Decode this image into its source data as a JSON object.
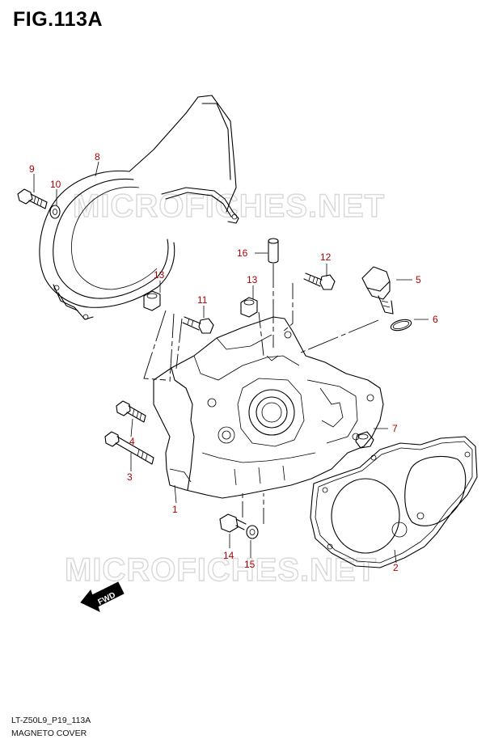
{
  "figure": {
    "title": "FIG.113A",
    "model_code": "LT-Z50L9_P19_113A",
    "section_name": "MAGNETO COVER"
  },
  "watermark": {
    "text": "MICROFICHES.NET"
  },
  "direction_marker": {
    "label": "FWD"
  },
  "callouts": [
    {
      "label": "1"
    },
    {
      "label": "2"
    },
    {
      "label": "3"
    },
    {
      "label": "4"
    },
    {
      "label": "5"
    },
    {
      "label": "6"
    },
    {
      "label": "7"
    },
    {
      "label": "8"
    },
    {
      "label": "9"
    },
    {
      "label": "10"
    },
    {
      "label": "11"
    },
    {
      "label": "12"
    },
    {
      "label": "13"
    },
    {
      "label": "13"
    },
    {
      "label": "14"
    },
    {
      "label": "15"
    },
    {
      "label": "16"
    }
  ],
  "colors": {
    "callout": "#b00000",
    "linework": "#000000",
    "watermark": "#d8d8d8"
  }
}
